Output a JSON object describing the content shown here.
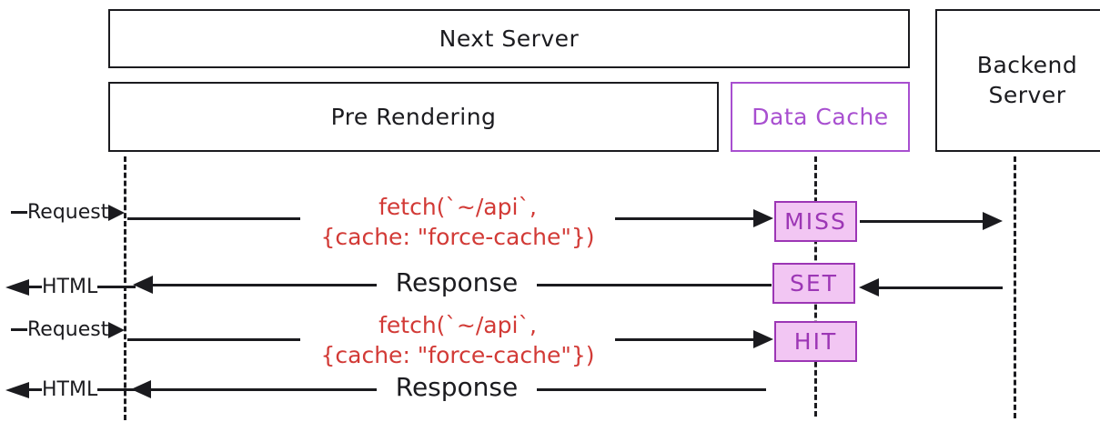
{
  "diagram": {
    "colors": {
      "ink": "#1b1b1f",
      "purple": "#9c36b5",
      "purple_light": "#a84fd0",
      "purple_fill": "#f2c6f3",
      "red": "#d23a36"
    },
    "participants": {
      "next_server": "Next Server",
      "pre_rendering": "Pre Rendering",
      "data_cache": "Data Cache",
      "backend_server": "Backend Server"
    },
    "flows": {
      "request1": {
        "label": "Request",
        "code": "fetch(`~/api`,\n{cache: \"force-cache\"})",
        "status": "MISS"
      },
      "response1": {
        "label": "HTML",
        "message": "Response",
        "status": "SET"
      },
      "request2": {
        "label": "Request",
        "code": "fetch(`~/api`,\n{cache: \"force-cache\"})",
        "status": "HIT"
      },
      "response2": {
        "label": "HTML",
        "message": "Response"
      }
    }
  }
}
